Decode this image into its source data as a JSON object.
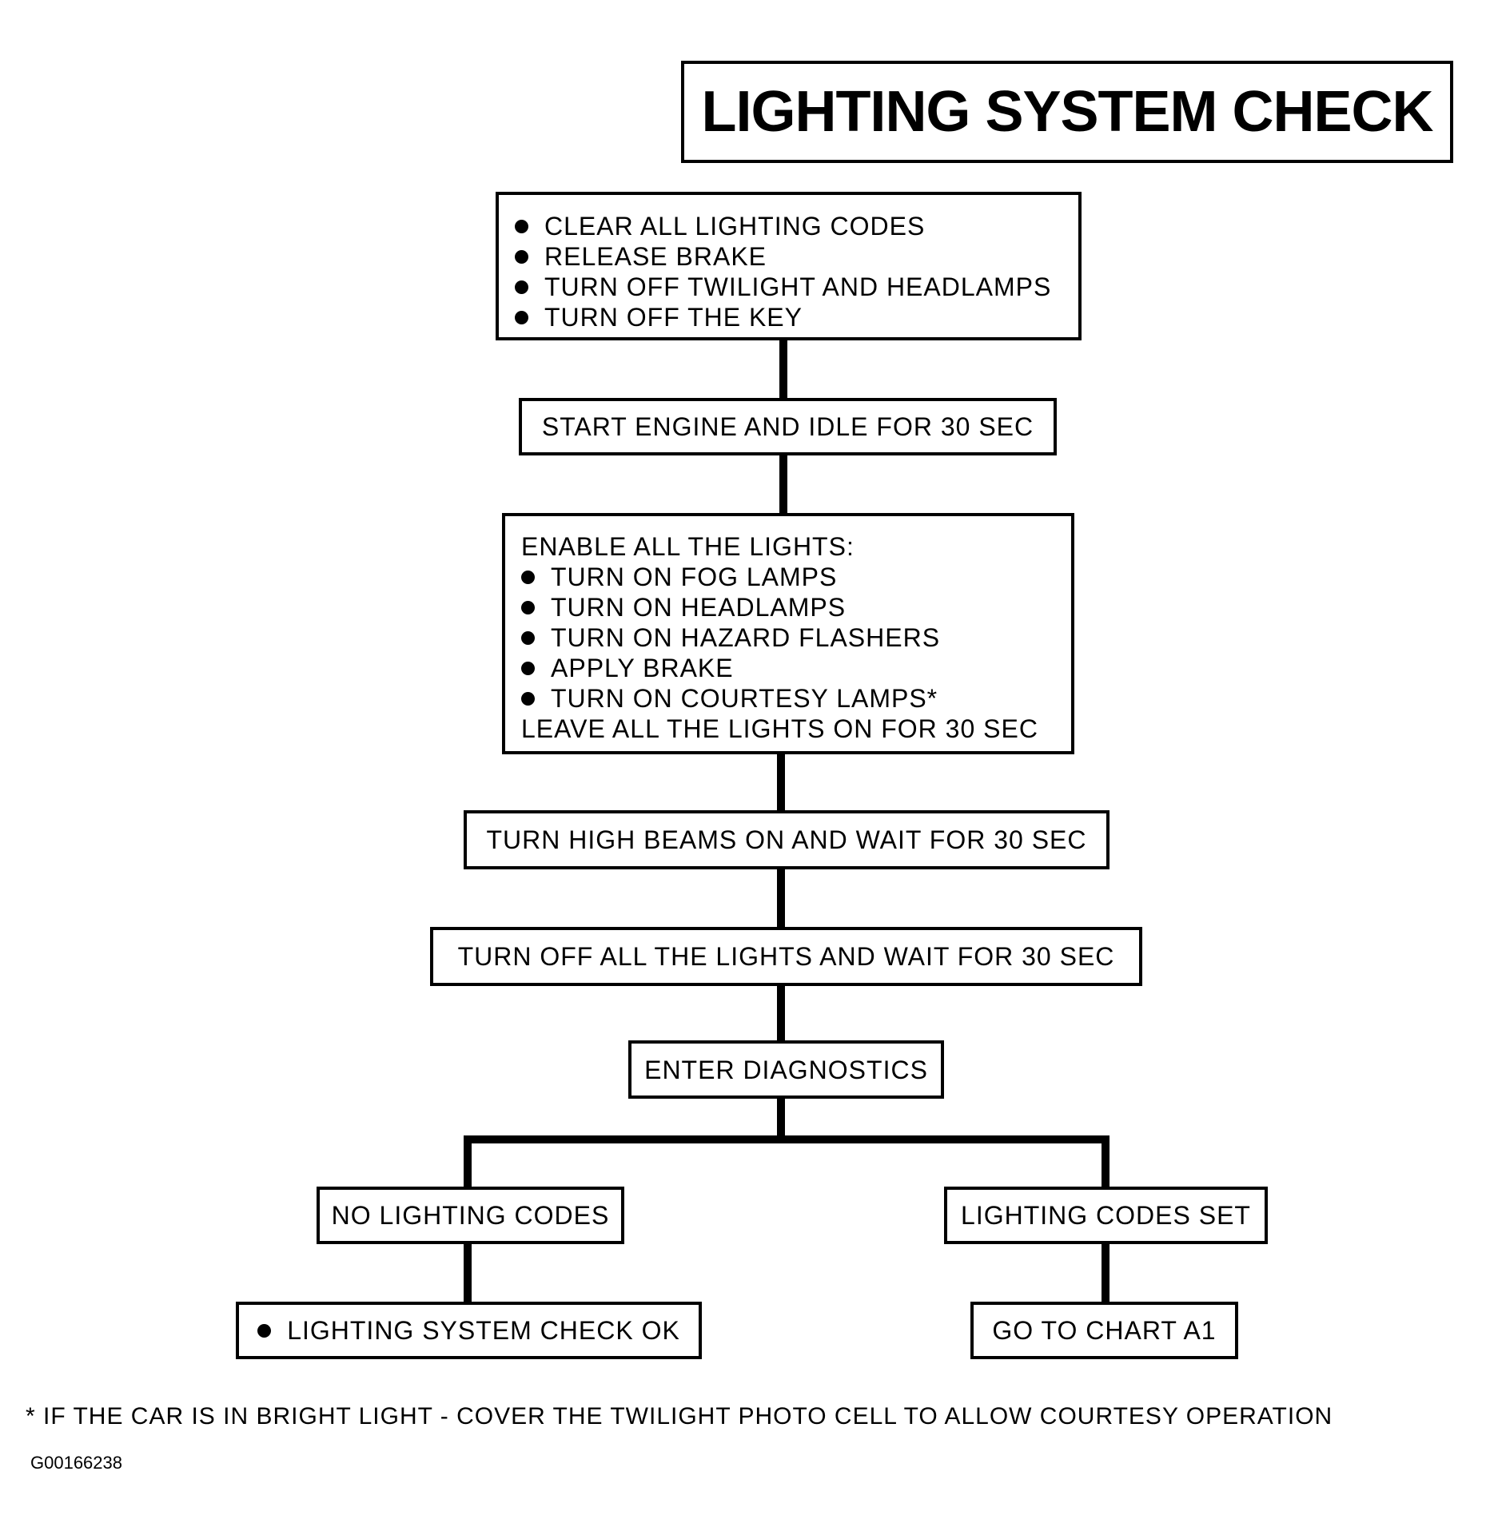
{
  "title": "LIGHTING SYSTEM CHECK",
  "steps": {
    "prep": [
      "CLEAR ALL LIGHTING CODES",
      "RELEASE BRAKE",
      "TURN OFF TWILIGHT AND HEADLAMPS",
      "TURN OFF THE KEY"
    ],
    "start_engine": "START ENGINE AND IDLE FOR 30 SEC",
    "enable": {
      "heading": "ENABLE ALL THE LIGHTS:",
      "items": [
        "TURN ON FOG LAMPS",
        "TURN ON HEADLAMPS",
        "TURN ON HAZARD FLASHERS",
        "APPLY BRAKE",
        "TURN ON COURTESY LAMPS*"
      ],
      "footer": "LEAVE ALL THE LIGHTS ON FOR 30 SEC"
    },
    "high_beams": "TURN HIGH BEAMS ON AND WAIT FOR 30 SEC",
    "lights_off": "TURN OFF ALL THE LIGHTS AND WAIT FOR 30 SEC",
    "diagnostics": "ENTER DIAGNOSTICS"
  },
  "branches": {
    "left": {
      "condition": "NO LIGHTING CODES",
      "result": "LIGHTING SYSTEM CHECK OK"
    },
    "right": {
      "condition": "LIGHTING CODES SET",
      "result": "GO TO CHART A1"
    }
  },
  "footnote": "* IF THE CAR IS IN BRIGHT LIGHT - COVER THE TWILIGHT PHOTO CELL TO ALLOW COURTESY OPERATION",
  "figure_code": "G00166238"
}
